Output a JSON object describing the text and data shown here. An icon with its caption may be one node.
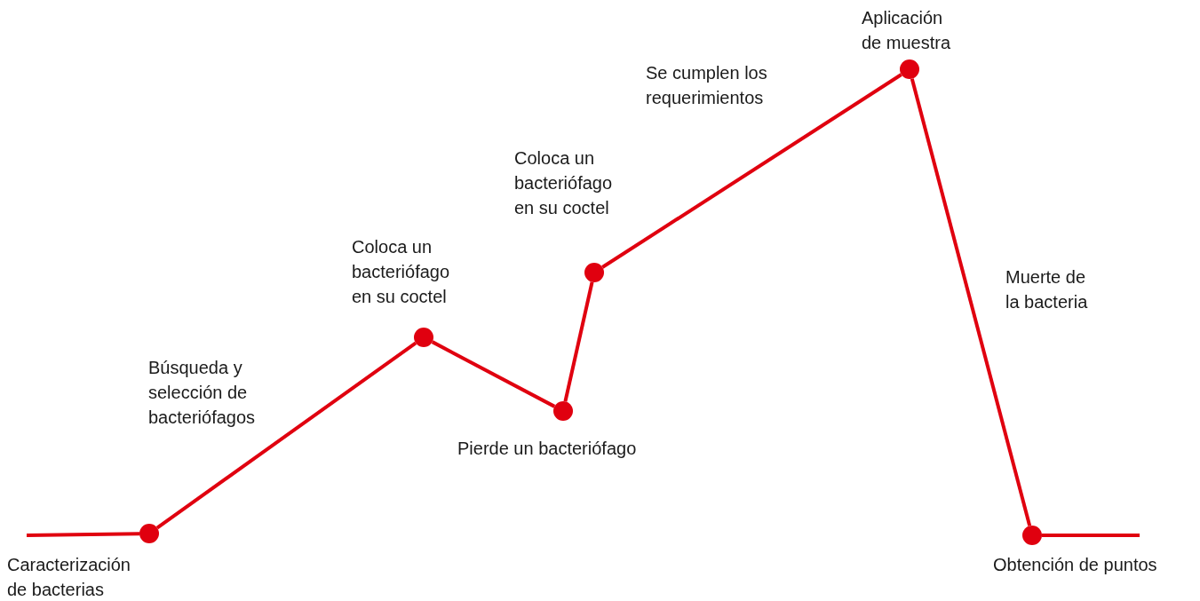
{
  "diagram": {
    "nodes": [
      {
        "text": [],
        "shape": "circle",
        "beside": [
          "Caracterización de bacterias"
        ]
      },
      {
        "text": [],
        "shape": "circle",
        "beside": [
          "Coloca un bacteriófago en su coctel"
        ]
      },
      {
        "text": [],
        "shape": "circle",
        "beside": [
          "Pierde un bacteriófago"
        ]
      },
      {
        "text": [],
        "shape": "circle",
        "beside": [
          "Coloca un bacteriófago en su coctel"
        ]
      },
      {
        "text": [],
        "shape": "circle",
        "beside": [
          "Aplicación de muestra"
        ]
      },
      {
        "text": [],
        "shape": "circle",
        "beside": [
          "Obtención de puntos"
        ]
      }
    ],
    "edges": [
      {
        "from": null,
        "to": 0,
        "arrow": "none"
      },
      {
        "from": 0,
        "to": 1,
        "arrow": "none",
        "label": "Búsqueda y selección de bacteriófagos"
      },
      {
        "from": 1,
        "to": 2,
        "arrow": "none"
      },
      {
        "from": 2,
        "to": 3,
        "arrow": "none"
      },
      {
        "from": 3,
        "to": 4,
        "arrow": "none",
        "label": "Se cumplen los requerimientos"
      },
      {
        "from": 4,
        "to": 5,
        "arrow": "none",
        "label": "Muerte de la bacteria"
      },
      {
        "from": 5,
        "to": null,
        "arrow": "none"
      }
    ]
  }
}
